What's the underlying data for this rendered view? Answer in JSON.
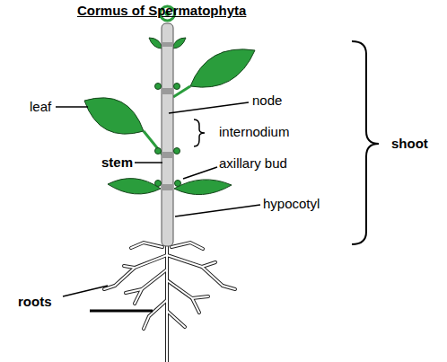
{
  "diagram": {
    "title": "Cormus of Spermatophyta",
    "labels": [
      "leaf",
      "node",
      "internodium",
      "stem",
      "axillary bud",
      "shoot",
      "hypocotyl",
      "roots"
    ]
  }
}
